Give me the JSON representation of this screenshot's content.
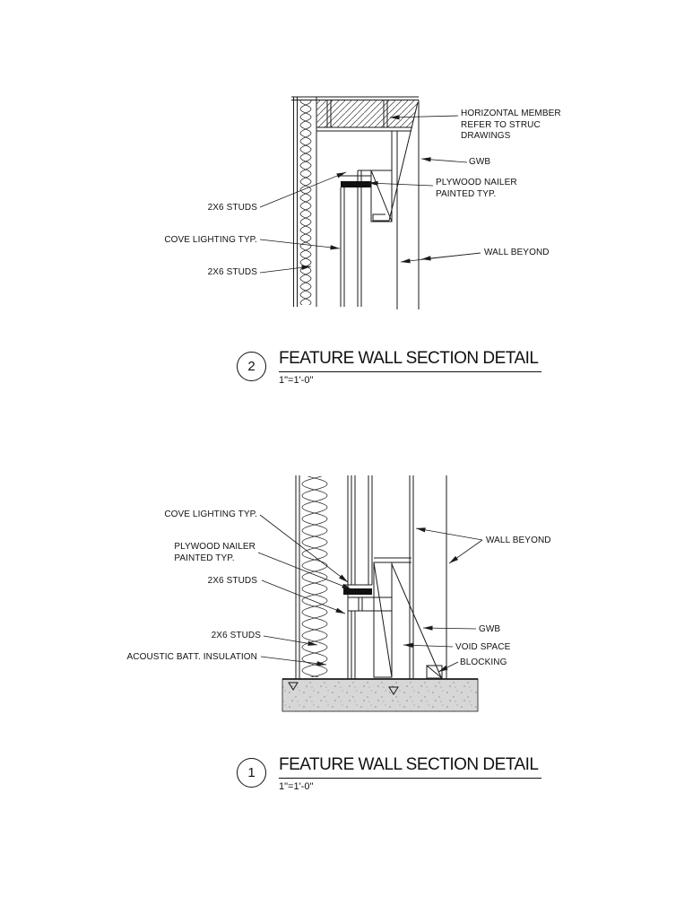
{
  "sheet": {
    "background": "#ffffff",
    "line_color": "#1a1a1a",
    "concrete_fill": "#d7d7d7"
  },
  "details": [
    {
      "number": "2",
      "title": "FEATURE WALL SECTION DETAIL",
      "scale": "1\"=1'-0\"",
      "labels": [
        {
          "text": "2X6 STUDS"
        },
        {
          "text": "COVE LIGHTING TYP."
        },
        {
          "text": "2X6 STUDS"
        },
        {
          "text": "HORIZONTAL MEMBER\nREFER TO STRUC\nDRAWINGS"
        },
        {
          "text": "GWB"
        },
        {
          "text": "PLYWOOD NAILER\nPAINTED TYP."
        },
        {
          "text": "WALL BEYOND"
        }
      ]
    },
    {
      "number": "1",
      "title": "FEATURE WALL SECTION DETAIL",
      "scale": "1\"=1'-0\"",
      "labels": [
        {
          "text": "COVE LIGHTING TYP."
        },
        {
          "text": "PLYWOOD NAILER\nPAINTED TYP."
        },
        {
          "text": "2X6 STUDS"
        },
        {
          "text": "2X6 STUDS"
        },
        {
          "text": "ACOUSTIC BATT. INSULATION"
        },
        {
          "text": "WALL BEYOND"
        },
        {
          "text": "GWB"
        },
        {
          "text": "VOID SPACE"
        },
        {
          "text": "BLOCKING"
        }
      ]
    }
  ]
}
